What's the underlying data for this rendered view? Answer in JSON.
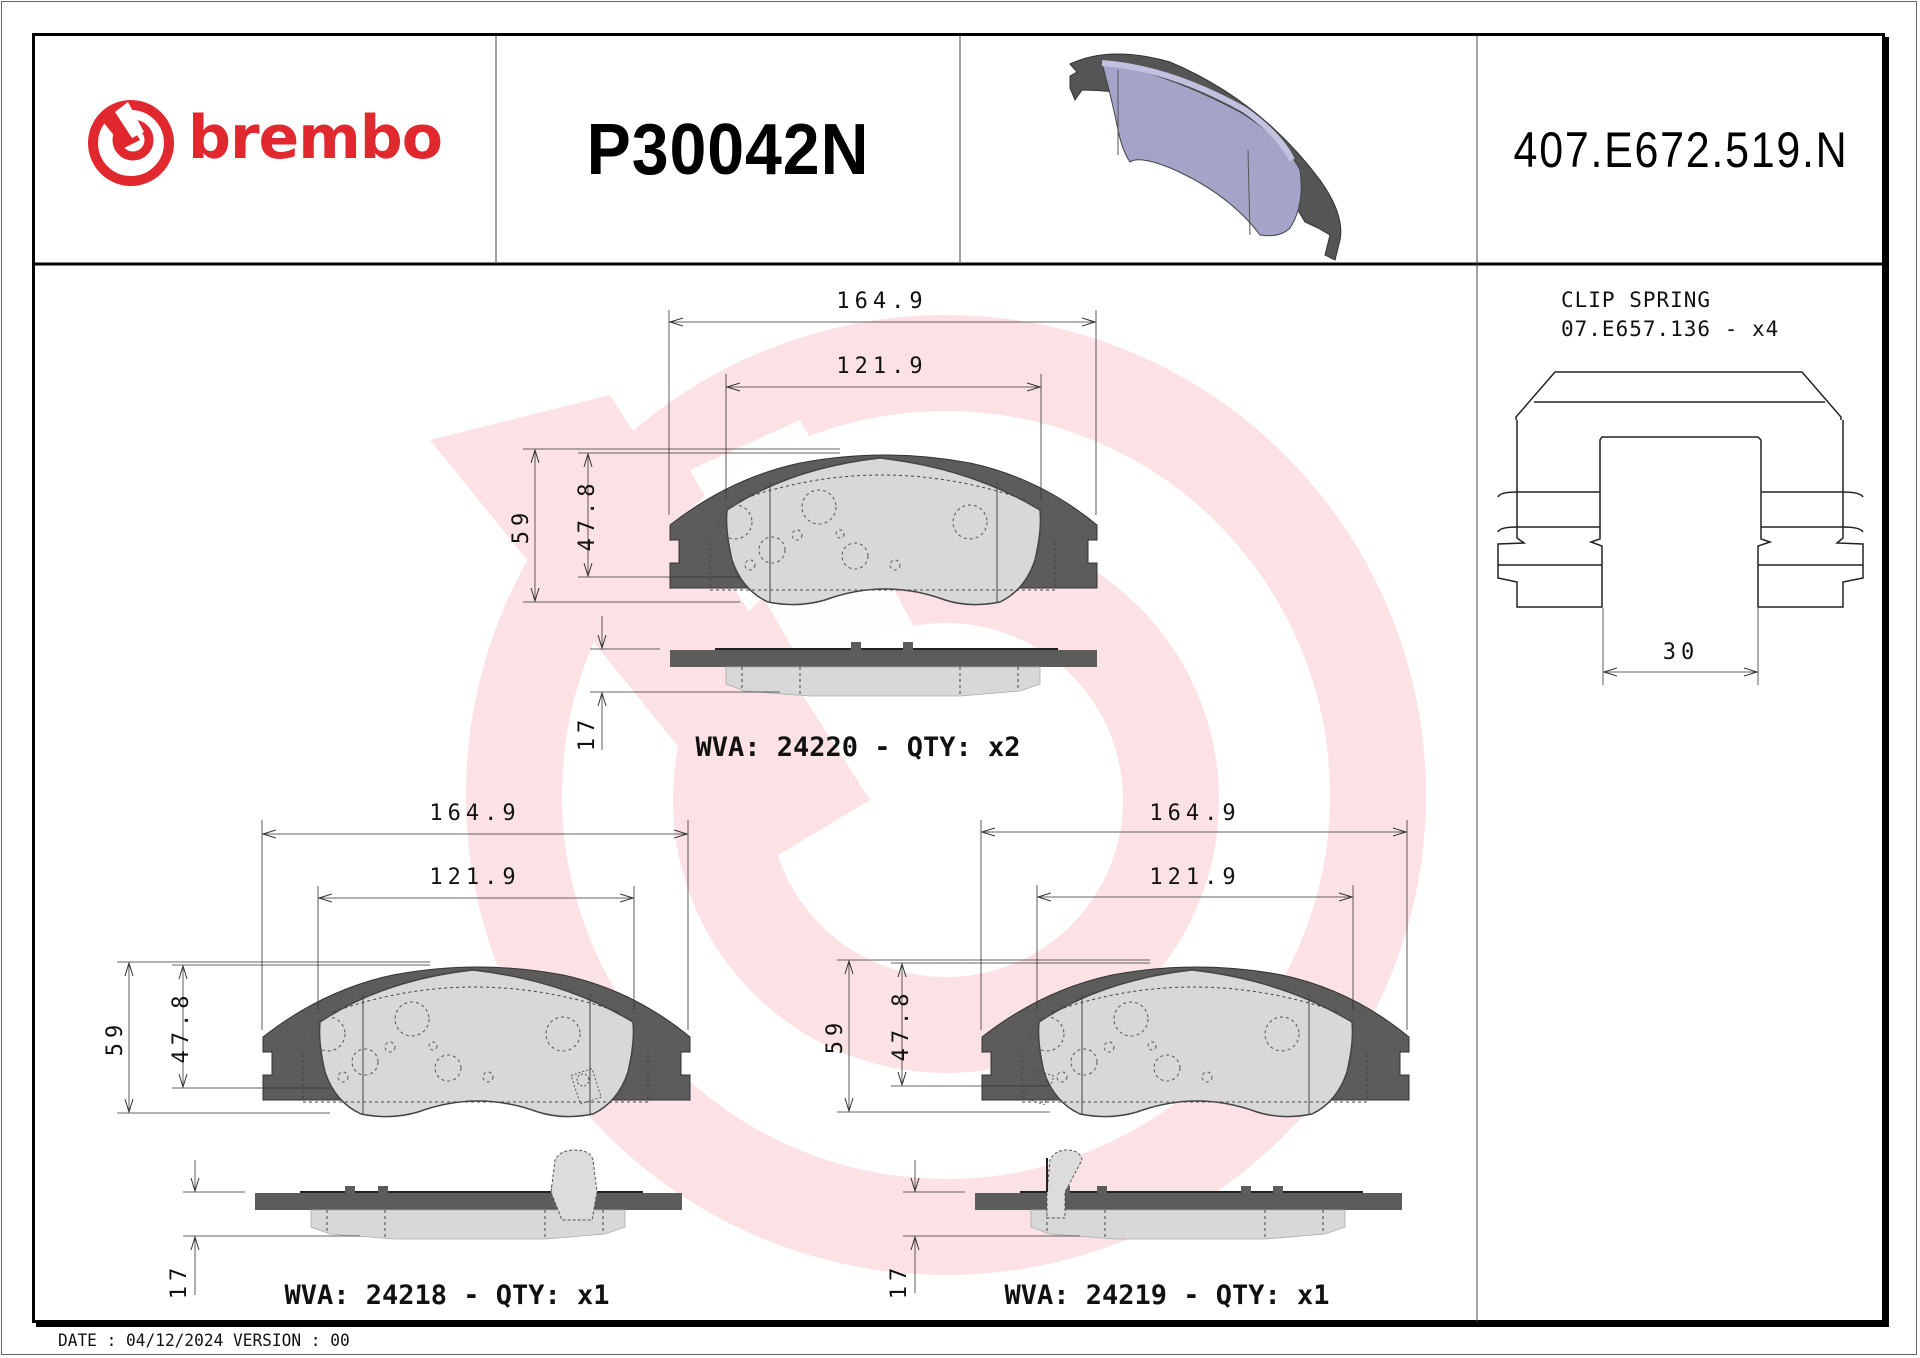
{
  "header": {
    "brand": "brembo",
    "brand_color": "#e0282e",
    "part_number": "P30042N",
    "code": "407.E672.519.N",
    "product_image": "brake-pad-3d-render"
  },
  "clip_spring": {
    "title": "CLIP SPRING",
    "part": "07.E657.136 - x4",
    "dimension": "30"
  },
  "pads": [
    {
      "position": "top-center",
      "overall_width": "164.9",
      "friction_width": "121.9",
      "overall_height": "59",
      "friction_height": "47.8",
      "thickness": "17",
      "wva_label": "WVA: 24220 - QTY: x2",
      "wear_indicator": "none"
    },
    {
      "position": "bottom-left",
      "overall_width": "164.9",
      "friction_width": "121.9",
      "overall_height": "59",
      "friction_height": "47.8",
      "thickness": "17",
      "wva_label": "WVA: 24218 - QTY: x1",
      "wear_indicator": "right"
    },
    {
      "position": "bottom-right",
      "overall_width": "164.9",
      "friction_width": "121.9",
      "overall_height": "59",
      "friction_height": "47.8",
      "thickness": "17",
      "wva_label": "WVA: 24219 - QTY: x1",
      "wear_indicator": "left"
    }
  ],
  "footer": {
    "text": "DATE : 04/12/2024 VERSION : 00"
  },
  "colors": {
    "backing_plate": "#5a5a5a",
    "friction": "#d9d9d9",
    "watermark": "#fbe3e4",
    "render_pad": "#a3a3c8"
  }
}
